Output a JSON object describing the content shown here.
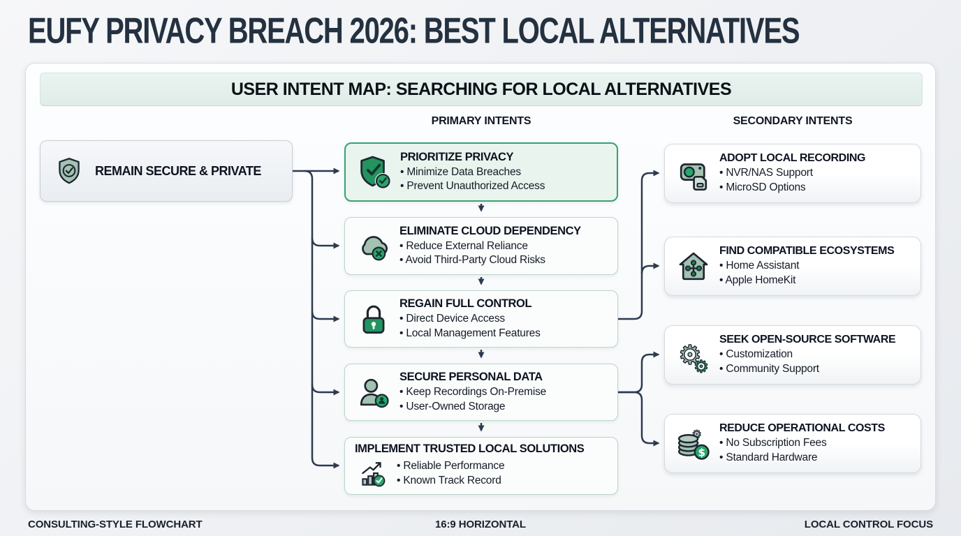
{
  "title": "EUFY PRIVACY BREACH 2026: BEST LOCAL ALTERNATIVES",
  "map": {
    "header": "USER INTENT MAP: SEARCHING FOR LOCAL ALTERNATIVES",
    "column_headers": {
      "primary": "PRIMARY INTENTS",
      "secondary": "SECONDARY INTENTS"
    },
    "root": {
      "label": "REMAIN SECURE & PRIVATE",
      "icon": "shield-check-icon"
    },
    "primary_intents": [
      {
        "title": "PRIORITIZE PRIVACY",
        "bullets": [
          "Minimize Data Breaches",
          "Prevent Unauthorized Access"
        ],
        "icon": "shield-check-badge-icon",
        "highlighted": true
      },
      {
        "title": "ELIMINATE CLOUD DEPENDENCY",
        "bullets": [
          "Reduce External Reliance",
          "Avoid Third-Party Cloud Risks"
        ],
        "icon": "cloud-x-icon",
        "highlighted": false
      },
      {
        "title": "REGAIN FULL CONTROL",
        "bullets": [
          "Direct Device Access",
          "Local Management Features"
        ],
        "icon": "lock-icon",
        "highlighted": false
      },
      {
        "title": "SECURE PERSONAL DATA",
        "bullets": [
          "Keep Recordings On-Premise",
          "User-Owned Storage"
        ],
        "icon": "user-badge-icon",
        "highlighted": false
      },
      {
        "title": "IMPLEMENT TRUSTED LOCAL SOLUTIONS",
        "bullets": [
          "Reliable Performance",
          "Known Track Record"
        ],
        "icon": "chart-check-icon",
        "highlighted": false
      }
    ],
    "secondary_intents": [
      {
        "title": "ADOPT LOCAL RECORDING",
        "bullets": [
          "NVR/NAS Support",
          "MicroSD Options"
        ],
        "icon": "camera-sd-icon"
      },
      {
        "title": "FIND COMPATIBLE ECOSYSTEMS",
        "bullets": [
          "Home Assistant",
          "Apple HomeKit"
        ],
        "icon": "smart-home-icon"
      },
      {
        "title": "SEEK OPEN-SOURCE SOFTWARE",
        "bullets": [
          "Customization",
          "Community Support"
        ],
        "icon": "gears-icon"
      },
      {
        "title": "REDUCE OPERATIONAL COSTS",
        "bullets": [
          "No Subscription Fees",
          "Standard Hardware"
        ],
        "icon": "coins-dollar-icon"
      }
    ],
    "connections": [
      "root -> prioritize-privacy",
      "root -> eliminate-cloud-dependency",
      "root -> regain-full-control",
      "root -> secure-personal-data",
      "root -> implement-trusted-local-solutions",
      "prioritize-privacy -> eliminate-cloud-dependency -> regain-full-control -> secure-personal-data -> implement-trusted-local-solutions",
      "regain-full-control -> adopt-local-recording",
      "regain-full-control -> find-compatible-ecosystems",
      "secure-personal-data -> seek-open-source-software",
      "secure-personal-data -> reduce-operational-costs"
    ]
  },
  "footer": {
    "left": "CONSULTING-STYLE FLOWCHART",
    "center": "16:9 HORIZONTAL",
    "right": "LOCAL CONTROL FOCUS"
  },
  "colors": {
    "accent_green": "#39a173",
    "icon_green": "#23935f",
    "sage": "#a3c2b2",
    "mint_bg": "#eaf4ee",
    "arrow": "#2c3b4f",
    "title": "#243140"
  }
}
